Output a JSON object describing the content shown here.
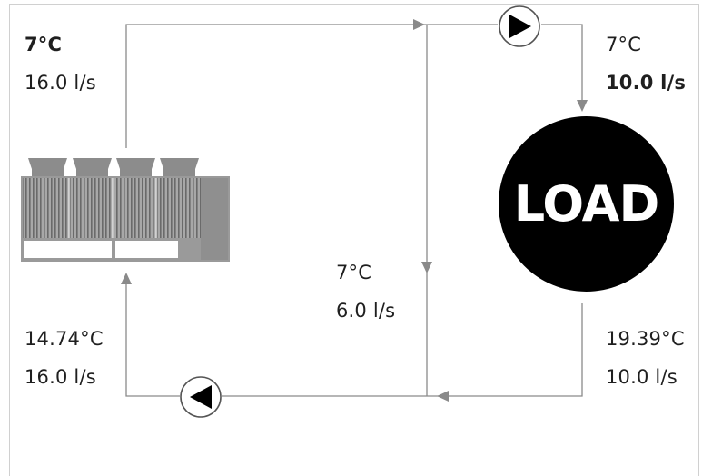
{
  "chiller_outlet": {
    "temperature": "7°C",
    "flow": "16.0 l/s"
  },
  "load_supply": {
    "temperature": "7°C",
    "flow": "10.0 l/s"
  },
  "bypass": {
    "temperature": "7°C",
    "flow": "6.0 l/s"
  },
  "chiller_return": {
    "temperature": "14.74°C",
    "flow": "16.0 l/s"
  },
  "load_return": {
    "temperature": "19.39°C",
    "flow": "10.0 l/s"
  },
  "load": {
    "label": "LOAD"
  },
  "colors": {
    "pipe": "#8a8a8a",
    "chiller_body": "#9a9a9a",
    "chiller_dark": "#6e6e6e",
    "load": "#000000"
  },
  "icons": [
    "chiller-unit-icon",
    "pump-top-icon",
    "pump-bottom-icon",
    "arrow-icon"
  ]
}
